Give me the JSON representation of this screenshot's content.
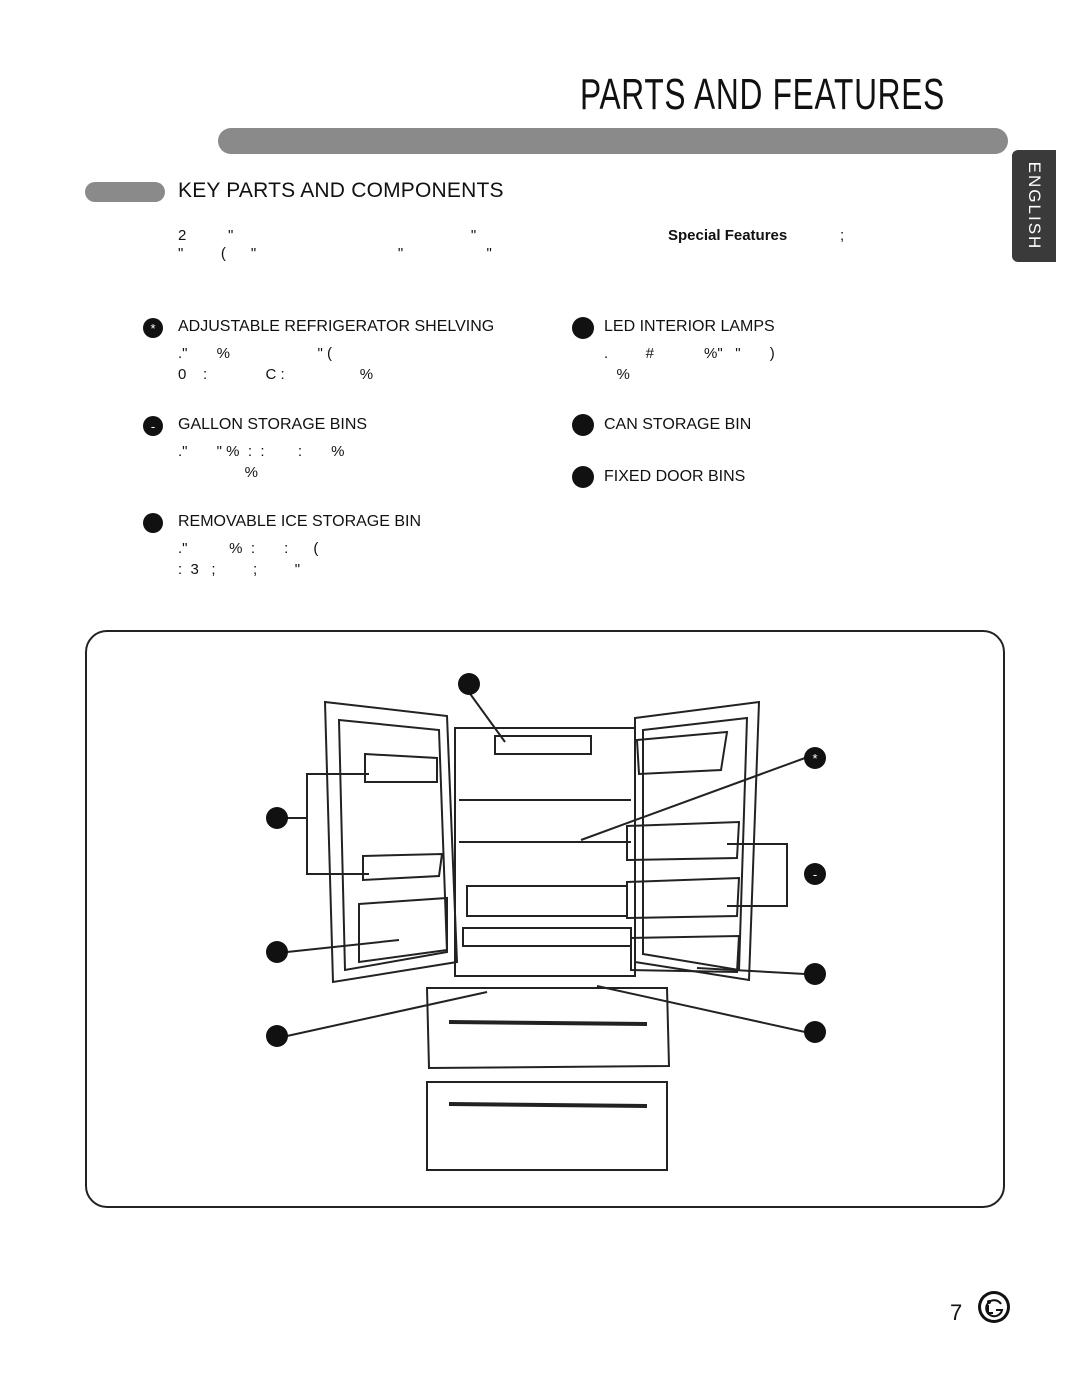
{
  "header": {
    "title": "PARTS AND FEATURES",
    "language_tab": "ENGLISH"
  },
  "section": {
    "title": "KEY PARTS AND COMPONENTS",
    "intro_line1": "2          \"                                                         \"",
    "intro_line2": "\"         (      \"                                  \"                    \"",
    "special_label": "Special Features",
    "special_tail": ";"
  },
  "parts_left": [
    {
      "marker": "*",
      "title": "ADJUSTABLE REFRIGERATOR SHELVING",
      "desc1": ".\"       %                     \" (",
      "desc2": "0    :              C :                  %"
    },
    {
      "marker": "-",
      "title": "GALLON STORAGE BINS",
      "desc1": ".\"       \" %  :  :        :       %",
      "desc2": "                %"
    },
    {
      "marker": "",
      "title": "REMOVABLE ICE STORAGE BIN",
      "desc1": ".\"          %  :       :      (",
      "desc2": ":  3   ;         ;         \""
    }
  ],
  "parts_right": [
    {
      "marker": "",
      "title": "LED INTERIOR LAMPS",
      "desc1": ".         #            %\"   \"       )",
      "desc2": "   %"
    },
    {
      "marker": "",
      "title": "CAN STORAGE BIN"
    },
    {
      "marker": "",
      "title": "FIXED DOOR BINS"
    }
  ],
  "diagram_callouts": [
    {
      "name": "led-lamp",
      "label": ""
    },
    {
      "name": "shelving",
      "label": "*"
    },
    {
      "name": "gallon-bins",
      "label": "-"
    },
    {
      "name": "fixed-door-bins-left",
      "label": ""
    },
    {
      "name": "can-storage-bin",
      "label": ""
    },
    {
      "name": "ice-storage-bin",
      "label": ""
    },
    {
      "name": "fixed-door-bin-right",
      "label": ""
    },
    {
      "name": "drawer",
      "label": ""
    }
  ],
  "footer": {
    "page_number": "7",
    "logo": "lg-logo-icon"
  }
}
